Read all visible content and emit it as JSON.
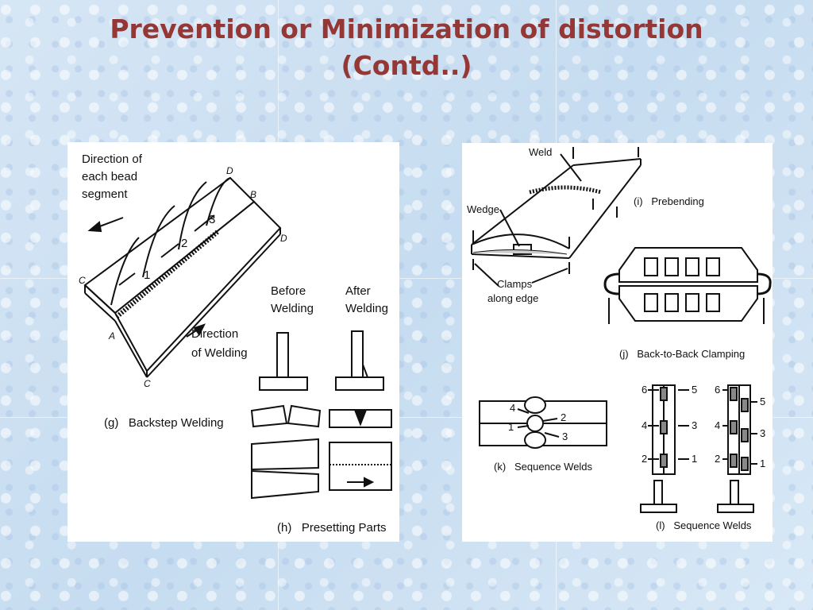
{
  "slide": {
    "title_line1": "Prevention or Minimization of distortion",
    "title_line2": "(Contd..)"
  },
  "left_figure": {
    "backstep": {
      "bead_direction_label": [
        "Direction of",
        "each bead",
        "segment"
      ],
      "welding_direction_label": [
        "Direction",
        "of Welding"
      ],
      "segment_numbers": [
        "1",
        "2",
        "3"
      ],
      "corner_letters": [
        "C",
        "A",
        "C",
        "D",
        "B",
        "D"
      ],
      "caption": "(g)   Backstep Welding"
    },
    "presetting": {
      "before_label": [
        "Before",
        "Welding"
      ],
      "after_label": [
        "After",
        "Welding"
      ],
      "caption": "(h)   Presetting Parts"
    }
  },
  "right_figure": {
    "prebending": {
      "weld_label": "Weld",
      "wedge_label": "Wedge",
      "clamps_label": [
        "Clamps",
        "along edge"
      ],
      "caption": "(i)   Prebending"
    },
    "back_to_back": {
      "caption": "(j)   Back-to-Back Clamping"
    },
    "sequence_k": {
      "numbers": [
        "4",
        "2",
        "1",
        "3"
      ],
      "caption": "(k)   Sequence Welds"
    },
    "sequence_l": {
      "left_numbers": [
        "6",
        "4",
        "2"
      ],
      "right_numbers": [
        "5",
        "3",
        "1"
      ],
      "caption": "(l)   Sequence Welds"
    }
  },
  "colors": {
    "title": "#953735",
    "background": "#cfe2f3",
    "panel": "#ffffff"
  }
}
